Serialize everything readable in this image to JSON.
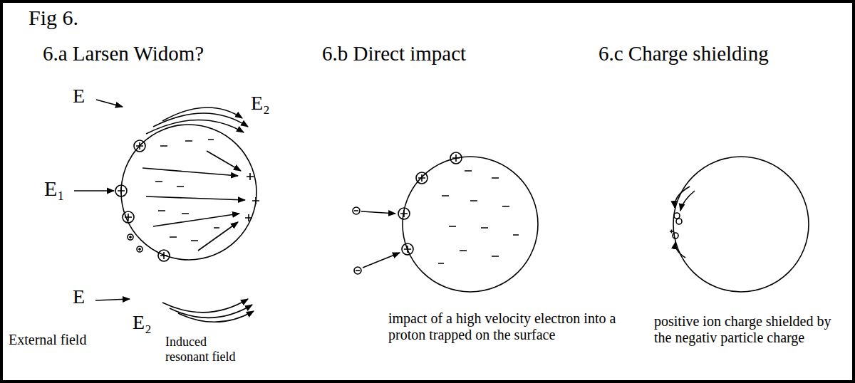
{
  "diagram": {
    "title": "Fig 6.",
    "labels": [
      "6.a Larsen Widom?",
      "6.b Direct impact",
      "6.c Charge shielding",
      "E",
      "E₂",
      "E₁",
      "E",
      "E₂",
      "External field",
      "Induced resonant field",
      "impact of a high velocity electron into a proton trapped on the surface",
      "positive ion charge shielded by the negativ particle charge"
    ]
  }
}
